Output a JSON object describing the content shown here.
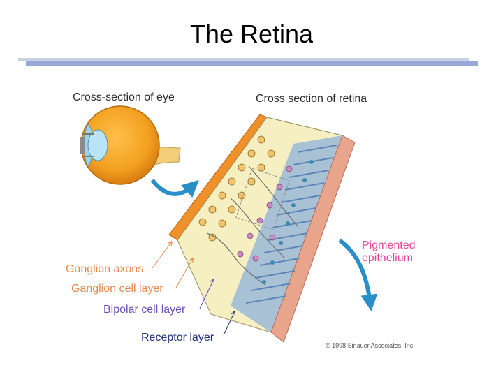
{
  "slide": {
    "title": "The Retina"
  },
  "figure": {
    "caption_eye": "Cross-section of eye",
    "caption_retina": "Cross section of retina",
    "labels": {
      "ganglion_axons": "Ganglion axons",
      "ganglion_cell_layer": "Ganglion cell layer",
      "bipolar_cell_layer": "Bipolar cell layer",
      "receptor_layer": "Receptor layer",
      "pigmented_line1": "Pigmented",
      "pigmented_line2": "epithelium"
    },
    "credit": "© 1998 Sinauer Associates, Inc."
  },
  "colors": {
    "orange_label": "#e58a4f",
    "purple_label": "#6a4fb5",
    "navy_label": "#22307a",
    "pink_label": "#e2459a",
    "arrow_blue": "#2a8ec8",
    "retina_tissue": "#f6efc2",
    "receptor_blue": "#9ab8d8",
    "epithelium": "#e9a58c"
  }
}
